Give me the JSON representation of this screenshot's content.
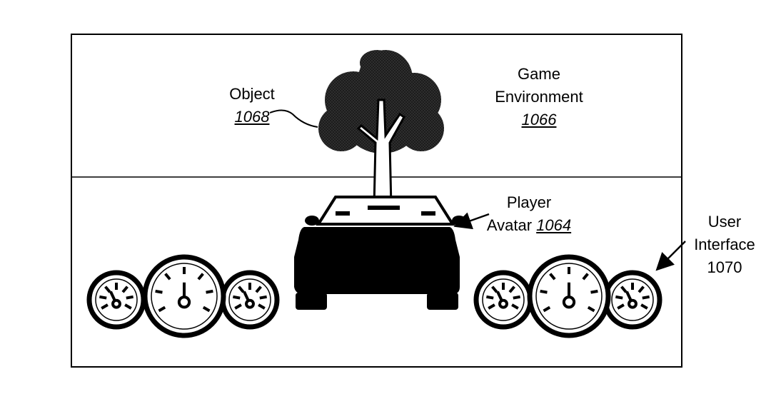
{
  "labels": {
    "object": {
      "name": "Object",
      "ref": "1068"
    },
    "game_environment": {
      "line1": "Game",
      "line2": "Environment",
      "ref": "1066"
    },
    "player_avatar": {
      "line1": "Player",
      "line2": "Avatar",
      "ref": "1064"
    },
    "user_interface": {
      "line1": "User",
      "line2": "Interface",
      "ref": "1070"
    }
  },
  "icons": [
    "tree-icon",
    "car-icon",
    "gauge-cluster-icon",
    "arrow-icon"
  ],
  "colors": {
    "ink": "#000000",
    "background": "#ffffff"
  }
}
